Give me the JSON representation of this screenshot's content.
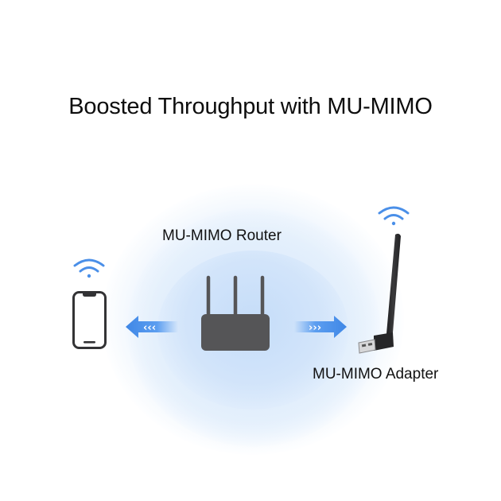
{
  "title": "Boosted Throughput with MU-MIMO",
  "labels": {
    "router": "MU-MIMO Router",
    "adapter": "MU-MIMO Adapter"
  },
  "icons": {
    "phone": "smartphone-icon",
    "router": "router-icon",
    "adapter": "usb-wifi-adapter-icon",
    "wifi": "wifi-signal-icon",
    "arrow_left": "arrow-left-icon",
    "arrow_right": "arrow-right-icon"
  },
  "colors": {
    "accent_blue": "#4a8fe8",
    "device_gray": "#555557",
    "glow_blue": "#cfe2f9",
    "text": "#111111",
    "background": "#ffffff"
  }
}
